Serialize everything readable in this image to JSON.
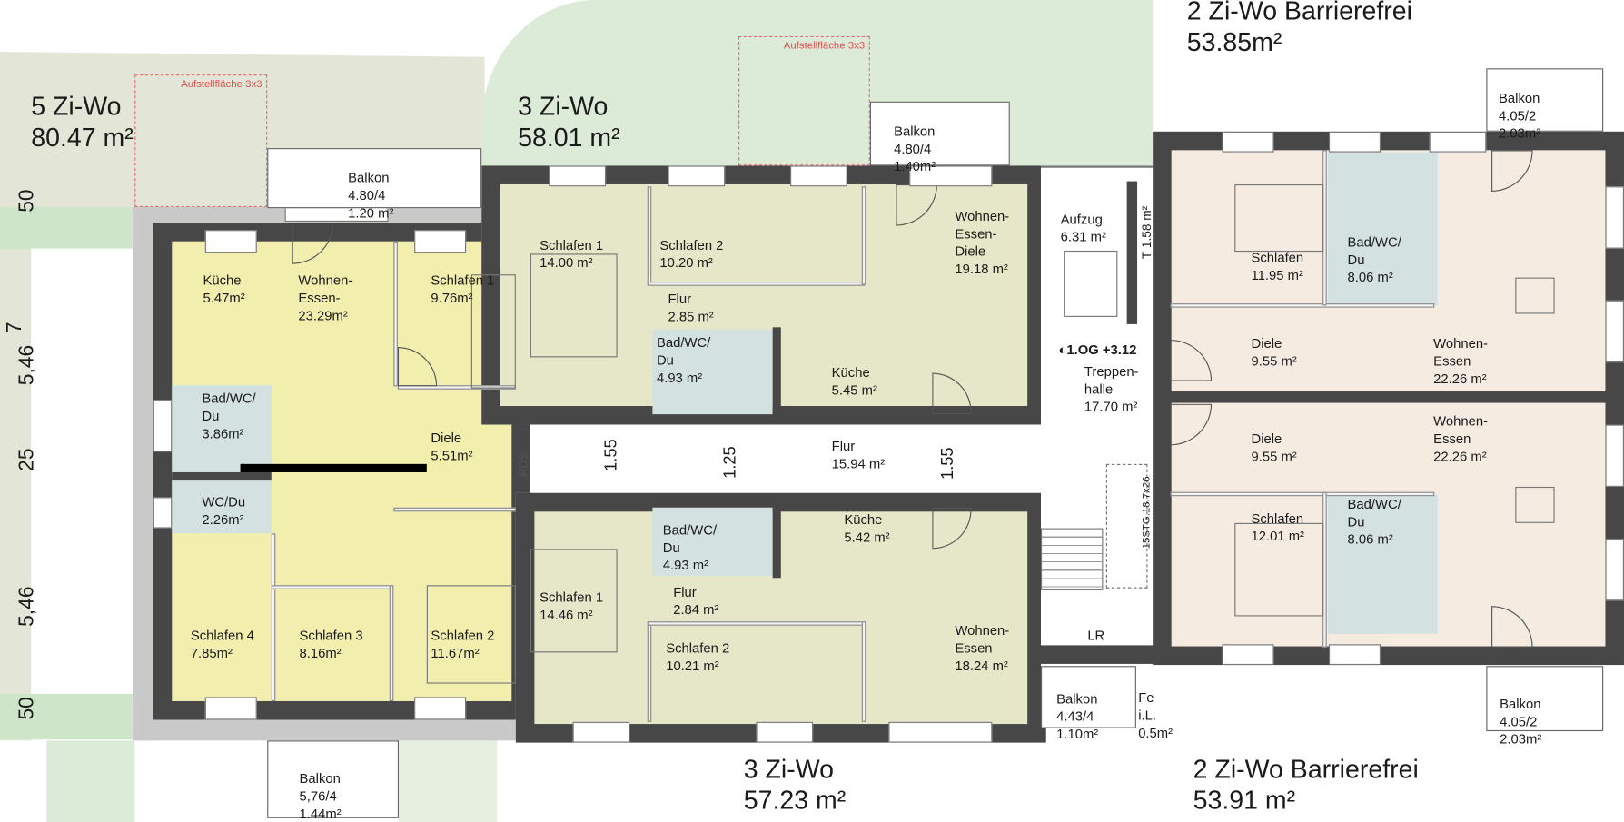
{
  "apartments": [
    {
      "type": "5 Zi-Wo",
      "area": "80.47 m²"
    },
    {
      "type": "3 Zi-Wo",
      "area": "58.01 m²"
    },
    {
      "type": "2 Zi-Wo Barrierefrei",
      "area": "53.85m²"
    },
    {
      "type": "3 Zi-Wo",
      "area": "57.23 m²"
    },
    {
      "type": "2 Zi-Wo Barrierefrei",
      "area": "53.91 m²"
    }
  ],
  "rooms": {
    "left": [
      {
        "name": "Küche",
        "area": "5.47m²"
      },
      {
        "name": "Wohnen-\nEssen-",
        "area": "23.29m²"
      },
      {
        "name": "Schlafen 1",
        "area": "9.76m²"
      },
      {
        "name": "Bad/WC/\nDu",
        "area": "3.86m²"
      },
      {
        "name": "Diele",
        "area": "5.51m²"
      },
      {
        "name": "WC/Du",
        "area": "2.26m²"
      },
      {
        "name": "Schlafen 4",
        "area": "7.85m²"
      },
      {
        "name": "Schlafen 3",
        "area": "8.16m²"
      },
      {
        "name": "Schlafen 2",
        "area": "11.67m²"
      }
    ],
    "mid_north": [
      {
        "name": "Schlafen 1",
        "area": "14.00 m²"
      },
      {
        "name": "Schlafen 2",
        "area": "10.20 m²"
      },
      {
        "name": "Wohnen-\nEssen-\nDiele",
        "area": "19.18 m²"
      },
      {
        "name": "Flur",
        "area": "2.85 m²"
      },
      {
        "name": "Bad/WC/\nDu",
        "area": "4.93 m²"
      },
      {
        "name": "Küche",
        "area": "5.45 m²"
      }
    ],
    "corridor": {
      "name": "Flur",
      "area": "15.94 m²"
    },
    "mid_south": [
      {
        "name": "Bad/WC/\nDu",
        "area": "4.93 m²"
      },
      {
        "name": "Küche",
        "area": "5.42 m²"
      },
      {
        "name": "Flur",
        "area": "2.84 m²"
      },
      {
        "name": "Schlafen 1",
        "area": "14.46 m²"
      },
      {
        "name": "Schlafen 2",
        "area": "10.21 m²"
      },
      {
        "name": "Wohnen-\nEssen",
        "area": "18.24 m²"
      }
    ],
    "core": [
      {
        "name": "Aufzug",
        "area": "6.31 m²"
      },
      {
        "name": "Treppen-\nhalle",
        "area": "17.70 m²"
      }
    ],
    "right": [
      {
        "name": "Schlafen",
        "area": "11.95 m²"
      },
      {
        "name": "Bad/WC/\nDu",
        "area": "8.06 m²"
      },
      {
        "name": "Diele",
        "area": "9.55 m²"
      },
      {
        "name": "Wohnen-\nEssen",
        "area": "22.26 m²"
      },
      {
        "name": "Diele",
        "area": "9.55 m²"
      },
      {
        "name": "Wohnen-\nEssen",
        "area": "22.26 m²"
      },
      {
        "name": "Schlafen",
        "area": "12.01 m²"
      },
      {
        "name": "Bad/WC/\nDu",
        "area": "8.06 m²"
      }
    ]
  },
  "balconies": [
    {
      "name": "Balkon",
      "dims": "4.80/4",
      "area": "1.20 m²"
    },
    {
      "name": "Balkon",
      "dims": "4.80/4",
      "area": "1.40m²"
    },
    {
      "name": "Balkon",
      "dims": "4.05/2",
      "area": "2.03m²"
    },
    {
      "name": "Balkon",
      "dims": "5,76/4",
      "area": "1.44m²"
    },
    {
      "name": "Balkon",
      "dims": "4.43/4",
      "area": "1.10m²"
    },
    {
      "name": "Balkon",
      "dims": "4.05/2",
      "area": "2.03m²"
    }
  ],
  "fe": {
    "name": "Fe",
    "line2": "i.L.",
    "area": "0.5m²"
  },
  "aufstellflaeche": "Aufstellfläche 3x3",
  "dimensions": {
    "left": [
      "50",
      "5,46",
      "7",
      "25",
      "5,46",
      "50"
    ],
    "corridor": [
      "1.55",
      "1.25",
      "1.55"
    ]
  },
  "annotations": {
    "rds": "RDS",
    "level": "1.OG +3.12",
    "shaft": "T 1.58 m²",
    "stairs": "15STG.18.7x26",
    "lr": "LR"
  },
  "colors": {
    "wall": "#474747",
    "apt_5zi": "#f1eeae",
    "apt_3zi": "#e6e6c8",
    "apt_2zi": "#f5ebe1",
    "bath": "#d4e1e1",
    "terrain": "#e3e6d6",
    "green": "#dcebd8",
    "aufstellflaeche": "#e05050"
  }
}
